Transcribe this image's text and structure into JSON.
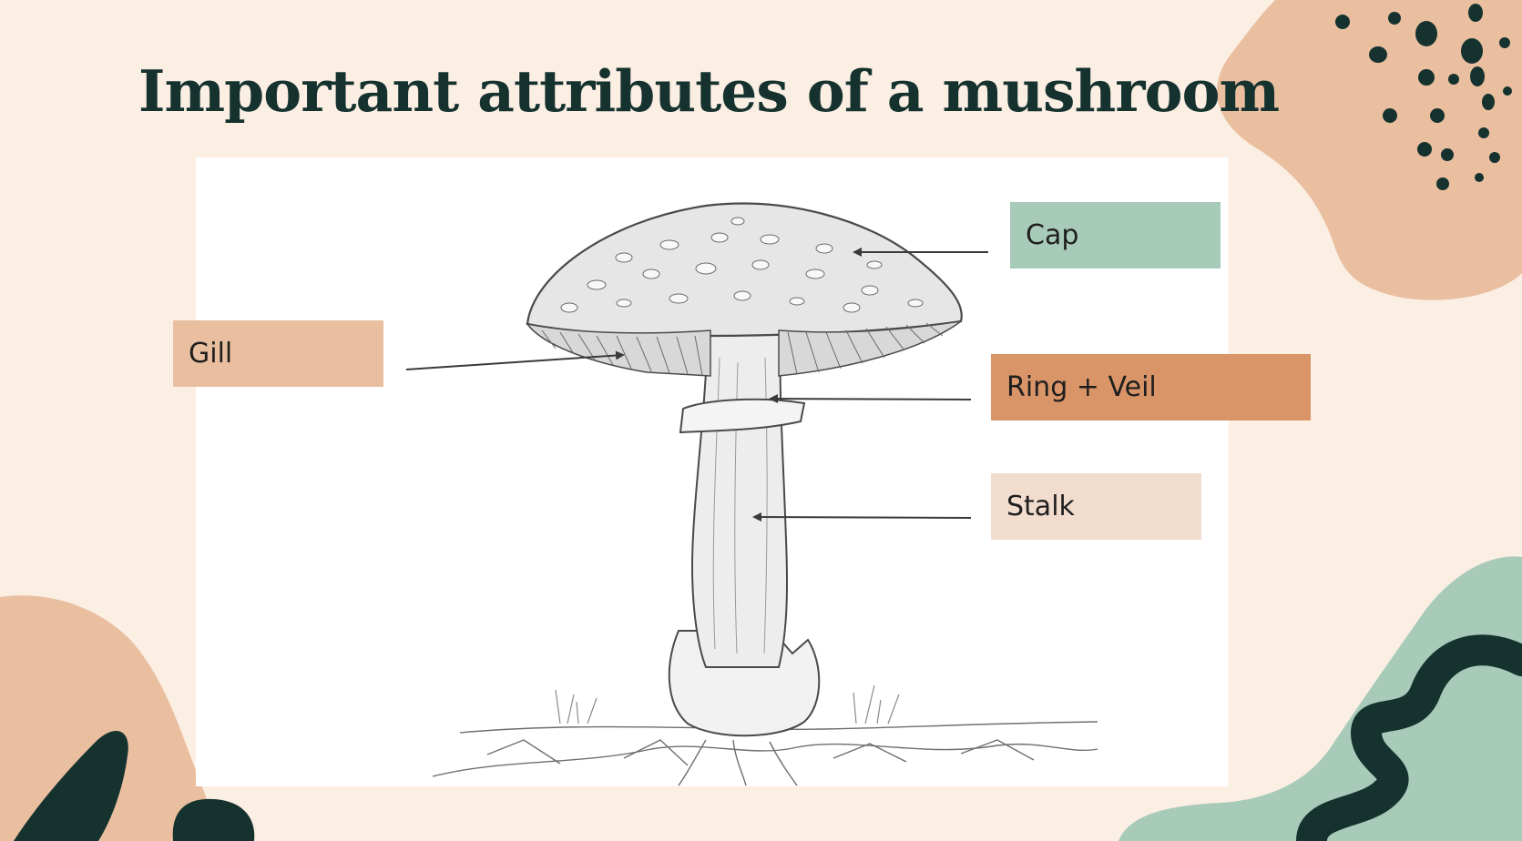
{
  "title": "Important attributes of a mushroom",
  "labels": {
    "cap": "Cap",
    "gill": "Gill",
    "ring_veil": "Ring + Veil",
    "stalk": "Stalk"
  },
  "colors": {
    "background": "#fbeee3",
    "title": "#16322f",
    "peach_blob": "#e9bf9f",
    "sage_blob": "#a8cbb9",
    "dark_green": "#16322f",
    "cap_label": "#a8cbb9",
    "gill_label": "#e9bf9f",
    "ring_label": "#d99568",
    "stalk_label": "#f2dccd"
  }
}
